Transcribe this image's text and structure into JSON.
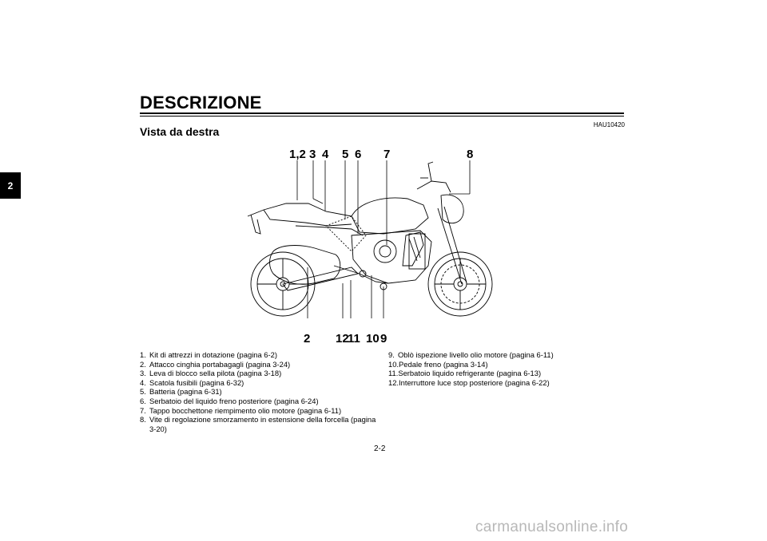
{
  "header": {
    "title": "DESCRIZIONE",
    "subtitle": "Vista da destra",
    "ref_code": "HAU10420"
  },
  "chapter_tab": "2",
  "diagram": {
    "top_callouts": [
      "1,2",
      "3",
      "4",
      "5",
      "6",
      "7",
      "8"
    ],
    "bottom_callouts": [
      "2",
      "12",
      "11",
      "10",
      "9"
    ]
  },
  "parts_left": [
    {
      "num": "1.",
      "text": "Kit di attrezzi in dotazione (pagina 6-2)"
    },
    {
      "num": "2.",
      "text": "Attacco cinghia portabagagli (pagina 3-24)"
    },
    {
      "num": "3.",
      "text": "Leva di blocco sella pilota (pagina 3-18)"
    },
    {
      "num": "4.",
      "text": "Scatola fusibili (pagina 6-32)"
    },
    {
      "num": "5.",
      "text": "Batteria (pagina 6-31)"
    },
    {
      "num": "6.",
      "text": "Serbatoio del liquido freno posteriore (pagina 6-24)"
    },
    {
      "num": "7.",
      "text": "Tappo bocchettone riempimento olio motore (pagina 6-11)"
    },
    {
      "num": "8.",
      "text": "Vite di regolazione smorzamento in estensione della forcella (pagina 3-20)"
    }
  ],
  "parts_right": [
    {
      "num": "9.",
      "text": "Oblò ispezione livello olio motore (pagina 6-11)"
    },
    {
      "num": "10.",
      "text": "Pedale freno (pagina 3-14)"
    },
    {
      "num": "11.",
      "text": "Serbatoio liquido refrigerante (pagina 6-13)"
    },
    {
      "num": "12.",
      "text": "Interruttore luce stop posteriore (pagina 6-22)"
    }
  ],
  "page_number": "2-2",
  "watermark": "carmanualsonline.info"
}
